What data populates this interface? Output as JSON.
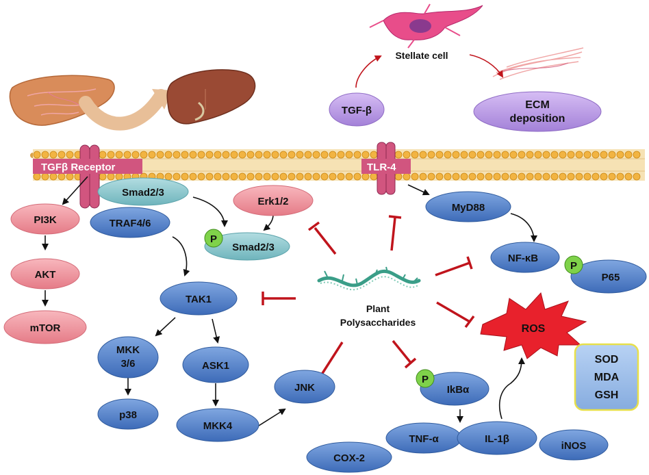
{
  "colors": {
    "blue_node": "#4f7fc8",
    "pink_node": "#ee8e98",
    "teal_node": "#85c2c9",
    "purple_node": "#b593e2",
    "membrane": "#efad3e",
    "receptor": "#d1557f",
    "inhibit": "#c0141c",
    "ros": "#e8212c",
    "phospho": "#7fd24a",
    "marker_box": "#9fc0ec"
  },
  "labels": {
    "tgfb_receptor": "TGFβ Receptor",
    "tlr4": "TLR-4",
    "stellate_cell": "Stellate cell",
    "tgf_beta": "TGF-β",
    "ecm_line1": "ECM",
    "ecm_line2": "deposition",
    "smad23_top": "Smad2/3",
    "erk12": "Erk1/2",
    "smad23_phos": "Smad2/3",
    "myd88": "MyD88",
    "pi3k": "PI3K",
    "traf46": "TRAF4/6",
    "akt": "AKT",
    "mtor": "mTOR",
    "tak1": "TAK1",
    "nfkb": "NF-κB",
    "p65": "P65",
    "plant_line1": "Plant",
    "plant_line2": "Polysaccharides",
    "ros": "ROS",
    "mkk36_line1": "MKK",
    "mkk36_line2": "3/6",
    "ask1": "ASK1",
    "jnk": "JNK",
    "ikba": "IkBα",
    "p38": "p38",
    "mkk4": "MKK4",
    "tnfa": "TNF-α",
    "il1b": "IL-1β",
    "inos": "iNOS",
    "cox2": "COX-2",
    "sod": "SOD",
    "mda": "MDA",
    "gsh": "GSH",
    "phospho": "P"
  }
}
